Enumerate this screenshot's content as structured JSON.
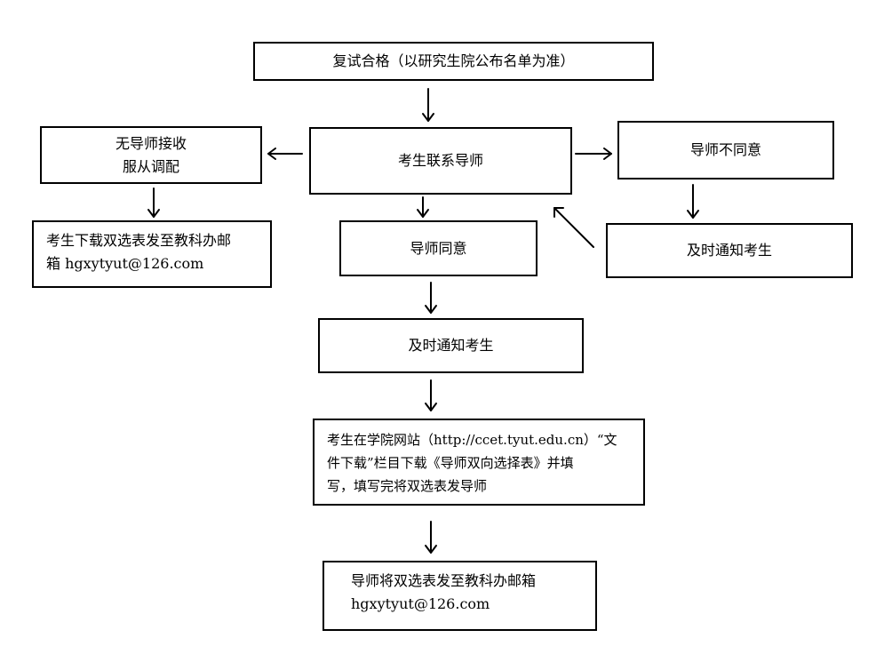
{
  "boxes": {
    "pass": {
      "lines": [
        "复试合格（以研究生院公布名单为准）"
      ]
    },
    "contact": {
      "lines": [
        "考生联系导师"
      ]
    },
    "no_supervisor": {
      "lines": [
        "无导师接收",
        "服从调配"
      ]
    },
    "disagree": {
      "lines": [
        "导师不同意"
      ]
    },
    "download_send_office": {
      "lines": [
        "考生下载双选表发至教科办邮",
        "箱 hgxytyut@126.com"
      ]
    },
    "agree": {
      "lines": [
        "导师同意"
      ]
    },
    "notify_right": {
      "lines": [
        "及时通知考生"
      ]
    },
    "notify_center": {
      "lines": [
        "及时通知考生"
      ]
    },
    "download_form": {
      "lines": [
        "考生在学院网站（http://ccet.tyut.edu.cn）“文",
        "件下载”栏目下载《导师双向选择表》并填",
        "写，填写完将双选表发导师"
      ]
    },
    "supervisor_send": {
      "lines": [
        "导师将双选表发至教科办邮箱",
        "hgxytyut@126.com"
      ]
    }
  },
  "colors": {
    "stroke": "#000000",
    "background": "#ffffff"
  }
}
